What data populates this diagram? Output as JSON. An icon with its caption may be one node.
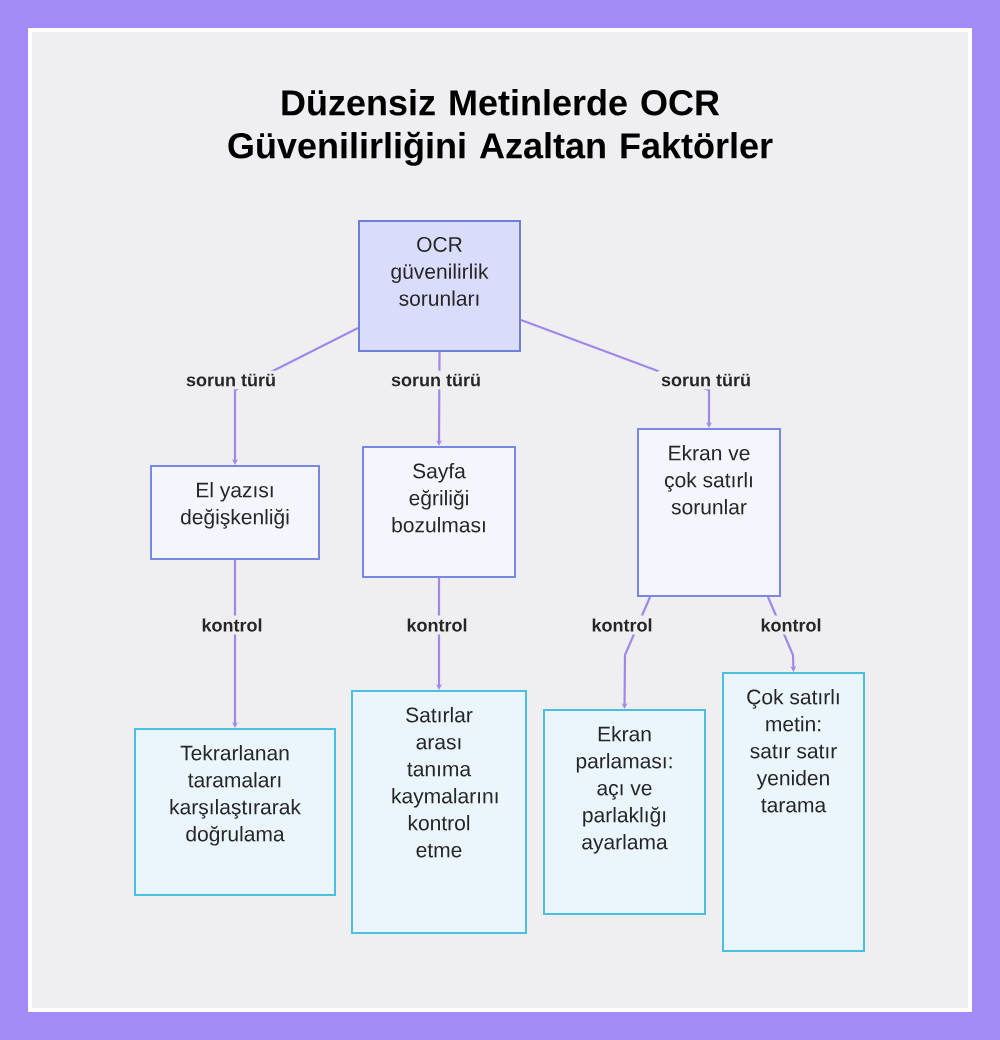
{
  "diagram": {
    "title": "Düzensiz Metinlerde OCR Güvenilirliğini Azaltan Faktörler",
    "nodes": [
      {
        "text": [
          "OCR güvenilirlik sorunları"
        ]
      },
      {
        "text": [
          "El yazısı değişkenliği"
        ]
      },
      {
        "text": [
          "Sayfa eğriliği bozulması"
        ]
      },
      {
        "text": [
          "Ekran ve çok satırlı sorunlar"
        ]
      },
      {
        "text": [
          "Tekrarlanan taramaları karşılaştırarak doğrulama"
        ]
      },
      {
        "text": [
          "Satırlar arası tanıma kaymalarını kontrol etme"
        ]
      },
      {
        "text": [
          "Ekran parlaması: açı ve parlaklığı ayarlama"
        ]
      },
      {
        "text": [
          "Çok satırlı metin: satır satır yeniden tarama"
        ]
      }
    ],
    "edges": [
      {
        "from": 0,
        "to": 1,
        "arrow": "to",
        "label": "sorun türü"
      },
      {
        "from": 0,
        "to": 2,
        "arrow": "to",
        "label": "sorun türü"
      },
      {
        "from": 0,
        "to": 3,
        "arrow": "to",
        "label": "sorun türü"
      },
      {
        "from": 1,
        "to": 4,
        "arrow": "to",
        "label": "kontrol"
      },
      {
        "from": 2,
        "to": 5,
        "arrow": "to",
        "label": "kontrol"
      },
      {
        "from": 3,
        "to": 6,
        "arrow": "to",
        "label": "kontrol"
      },
      {
        "from": 3,
        "to": 7,
        "arrow": "to",
        "label": "kontrol"
      }
    ]
  }
}
